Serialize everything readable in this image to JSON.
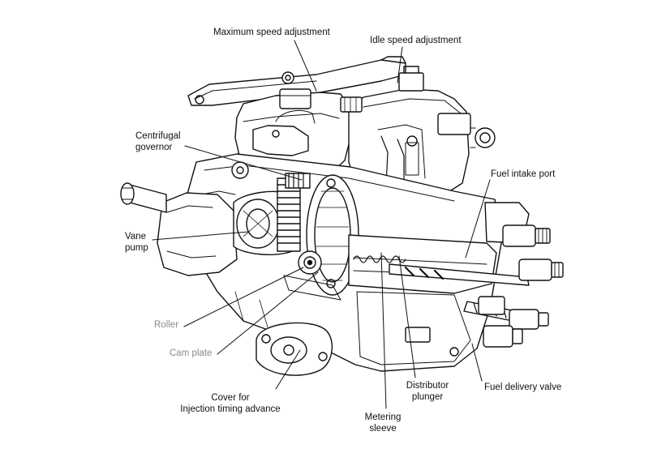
{
  "diagram": {
    "labels": {
      "max_speed": "Maximum speed adjustment",
      "idle_speed": "Idle speed adjustment",
      "centrifugal_line1": "Centrifugal",
      "centrifugal_line2": "governor",
      "fuel_intake": "Fuel intake port",
      "vane_line1": "Vane",
      "vane_line2": "pump",
      "roller": "Roller",
      "cam_plate": "Cam plate",
      "cover_line1": "Cover for",
      "cover_line2": "Injection timing advance",
      "metering_line1": "Metering",
      "metering_line2": "sleeve",
      "distributor_line1": "Distributor",
      "distributor_line2": "plunger",
      "fuel_delivery": "Fuel delivery valve"
    },
    "colors": {
      "ink": "#111111",
      "faint_label": "#8a8a8a"
    }
  }
}
